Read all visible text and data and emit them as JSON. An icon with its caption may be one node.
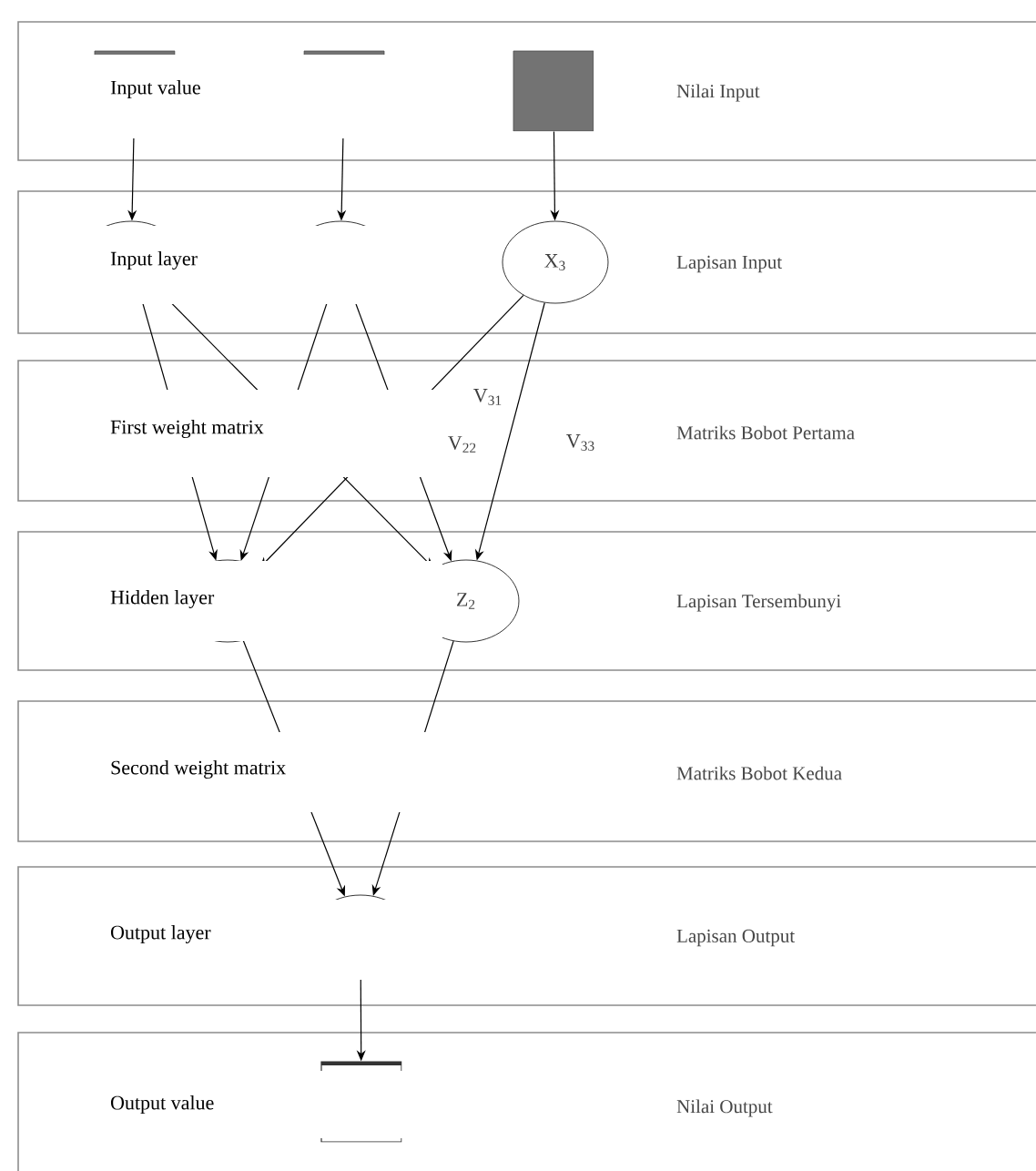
{
  "diagram": {
    "nodes": [
      {
        "text": [],
        "shape": "box"
      },
      {
        "text": [],
        "shape": "box"
      },
      {
        "text": [],
        "shape": "box"
      },
      {
        "text": [],
        "shape": "circle"
      },
      {
        "text": [],
        "shape": "circle"
      },
      {
        "text": [
          "X$_{3}$"
        ]
      },
      {
        "text": [],
        "shape": "circle"
      },
      {
        "text": [
          "Z$_{2}$"
        ]
      },
      {
        "text": [],
        "shape": "circle"
      },
      {
        "text": [],
        "shape": "box"
      }
    ],
    "edges": [
      {
        "from": 0,
        "to": 3,
        "arrow": "to"
      },
      {
        "from": 1,
        "to": 4,
        "arrow": "to"
      },
      {
        "from": 2,
        "to": 5,
        "arrow": "to"
      },
      {
        "from": 3,
        "to": 6,
        "arrow": "to"
      },
      {
        "from": 3,
        "to": 7,
        "arrow": "to"
      },
      {
        "from": 4,
        "to": 6,
        "arrow": "to"
      },
      {
        "from": 4,
        "to": 7,
        "arrow": "to",
        "label": "V$_{22}$"
      },
      {
        "from": 5,
        "to": 6,
        "arrow": "to",
        "label": "V$_{31}$"
      },
      {
        "from": 5,
        "to": 7,
        "arrow": "to",
        "label": "V$_{33}$"
      },
      {
        "from": 6,
        "to": 8,
        "arrow": "to"
      },
      {
        "from": 7,
        "to": 8,
        "arrow": "to"
      },
      {
        "from": 8,
        "to": 9,
        "arrow": "to"
      }
    ],
    "labels": [
      "Input value",
      "Nilai Input",
      "Input layer",
      "Lapisan Input",
      "First weight matrix",
      "Matriks Bobot Pertama",
      "Hidden layer",
      "Lapisan Tersembunyi",
      "Second weight matrix",
      "Matriks Bobot Kedua",
      "Output layer",
      "Lapisan Output",
      "Output value",
      "Nilai Output"
    ]
  }
}
